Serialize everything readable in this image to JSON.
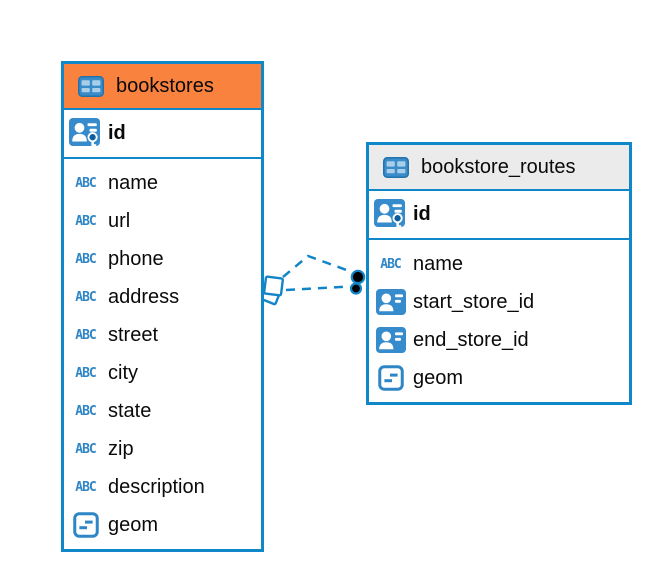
{
  "app": {
    "view": "entity-relationship-diagram"
  },
  "icons": {
    "abc_label": "ABC",
    "table_icon": "table-grid",
    "primary_key_icon": "person-with-key",
    "foreign_key_icon": "person-card",
    "geometry_icon": "square-with-dashes"
  },
  "colors": {
    "table_border_blue": "#0f87c9",
    "icon_blue": "#358bcb",
    "bookstores_header_orange": "#f8823e",
    "bookstore_routes_header_gray": "#ebebeb",
    "relation_line_blue": "#1285c8",
    "text_color": "#0a0a0a"
  },
  "tables": [
    {
      "title": "bookstores",
      "header_color": "#f8823e",
      "columns": [
        {
          "name": "id",
          "icon": "primary-key"
        },
        {
          "name": "name",
          "icon": "text"
        },
        {
          "name": "url",
          "icon": "text"
        },
        {
          "name": "phone",
          "icon": "text"
        },
        {
          "name": "address",
          "icon": "text"
        },
        {
          "name": "street",
          "icon": "text"
        },
        {
          "name": "city",
          "icon": "text"
        },
        {
          "name": "state",
          "icon": "text"
        },
        {
          "name": "zip",
          "icon": "text"
        },
        {
          "name": "description",
          "icon": "text"
        },
        {
          "name": "geom",
          "icon": "geometry"
        }
      ]
    },
    {
      "title": "bookstore_routes",
      "header_color": "#ebebeb",
      "columns": [
        {
          "name": "id",
          "icon": "primary-key"
        },
        {
          "name": "name",
          "icon": "text"
        },
        {
          "name": "start_store_id",
          "icon": "foreign-key"
        },
        {
          "name": "end_store_id",
          "icon": "foreign-key"
        },
        {
          "name": "geom",
          "icon": "geometry"
        }
      ]
    }
  ],
  "relations": [
    {
      "from_table": "bookstores",
      "to_table": "bookstore_routes",
      "line_style": "dashed",
      "from_marker": "diamond",
      "to_marker": "black-dot"
    },
    {
      "from_table": "bookstores",
      "to_table": "bookstore_routes",
      "line_style": "dashed",
      "from_marker": "diamond",
      "to_marker": "black-dot"
    }
  ]
}
